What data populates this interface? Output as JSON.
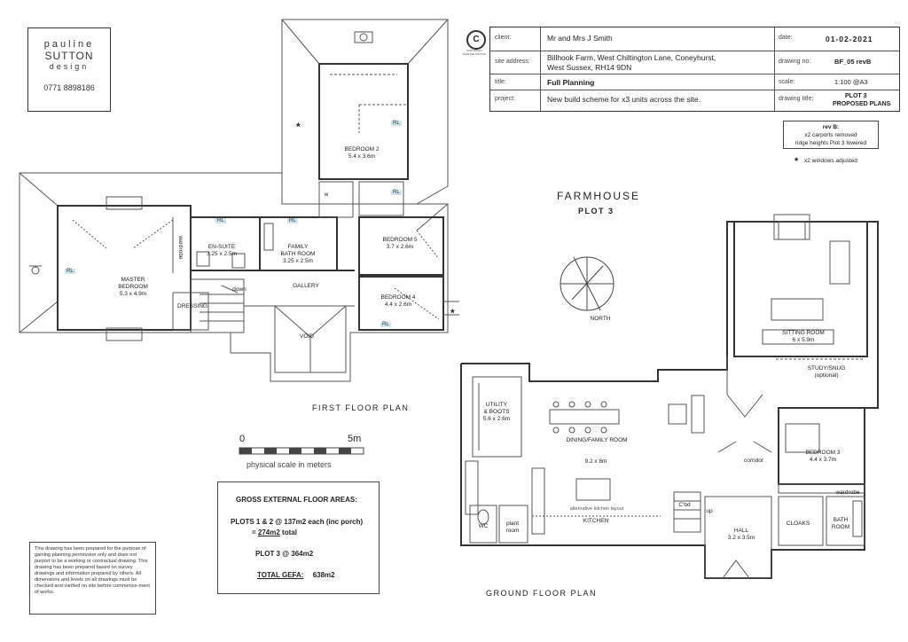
{
  "logo": {
    "line1": "pauline",
    "line2": "SUTTON",
    "line3": "design",
    "phone": "0771 8898186"
  },
  "copyright": {
    "symbol": "C",
    "caption": "COPYRIGHT\nPAULINE SUTTON"
  },
  "titleblock": {
    "client_label": "client:",
    "client_value": "Mr and Mrs J Smith",
    "date_label": "date:",
    "date_value": "01-02-2021",
    "site_label": "site address:",
    "site_value_1": "Billhook Farm, West Chiltington Lane, Coneyhurst,",
    "site_value_2": "West Sussex,  RH14 9DN",
    "drawingno_label": "drawing no:",
    "drawingno_value": "BF_05  revB",
    "title_label": "title:",
    "title_value": "Full Planning",
    "scale_label": "scale:",
    "scale_value": "1:100 @A3",
    "project_label": "project:",
    "project_value": "New build scheme for x3 units across the site.",
    "drawingtitle_label": "drawing title:",
    "drawingtitle_value_1": "PLOT 3",
    "drawingtitle_value_2": "PROPOSED PLANS"
  },
  "revision": {
    "line1": "rev B:",
    "line2": "x2 carports removed",
    "line3": "ridge heights Plot 3 lowered",
    "star": "*",
    "note": "x2 windows adjusted"
  },
  "heading": {
    "farmhouse": "FARMHOUSE",
    "plot": "PLOT 3"
  },
  "north_label": "NORTH",
  "plans": {
    "first_floor": "FIRST FLOOR PLAN",
    "ground_floor": "GROUND FLOOR PLAN"
  },
  "scalebar": {
    "zero": "0",
    "five": "5m",
    "caption": "physical scale in meters"
  },
  "areas": {
    "title": "GROSS EXTERNAL FLOOR AREAS:",
    "line1": "PLOTS 1 & 2  @ 137m2 each (inc porch)",
    "line2_prefix": "= ",
    "line2_value": "274m2",
    "line2_suffix": " total",
    "line3": "PLOT 3 @ 364m2",
    "total_label": "TOTAL GEFA:",
    "total_value": "638m2"
  },
  "disclaimer": "This drawing has been prepared for the purpose of gaining planning permission only and does not purport to be a working or contractual drawing. This drawing has been prepared based on survey drawings and information prepared by others. All dimensions and levels on all drawings must be checked and varified on site before commence-ment of works.",
  "first_floor_rooms": {
    "bedroom2": "BEDROOM 2",
    "bedroom2_size": "5.4 x 3.6m",
    "w": "w",
    "ensuite": "EN-SUITE",
    "ensuite_size": "3.25 x 2.5m",
    "family": "FAMILY",
    "family_2": "BATH ROOM",
    "family_size": "3.25 x 2.5m",
    "bedroom5": "BEDROOM 5",
    "bedroom5_size": "3.7 x 2.6m",
    "master": "MASTER",
    "master_2": "BEDROOM",
    "master_size": "5.3 x 4.9m",
    "wardrobe": "wardrobe",
    "down": "down",
    "gallery": "GALLERY",
    "bedroom4": "BEDROOM 4",
    "bedroom4_size": "4.4 x 2.6m",
    "dressing": "DRESSING",
    "void": "VOID",
    "rl": "RL",
    "star": "*"
  },
  "ground_floor_rooms": {
    "sitting": "SITTING ROOM",
    "sitting_size": "6 x 5.9m",
    "study": "STUDY/SNUG",
    "study_opt": "(optional)",
    "utility": "UTILITY",
    "utility_2": "& BOOTS",
    "utility_size": "5.6 x 2.6m",
    "dining": "DINING/FAMILY ROOM",
    "dining_size": "9.2 x 8m",
    "alt_kitchen": "alternative kitchen layout",
    "kitchen": "KITCHEN",
    "corridor": "corridor",
    "bedroom3": "BEDROOM 3",
    "bedroom3_size": "4.4 x 3.7m",
    "wardrobe": "wardrobe",
    "cbd": "C'bd",
    "up": "up",
    "hall": "HALL",
    "hall_size": "3.2 x 3.5m",
    "cloaks": "CLOAKS",
    "bath": "BATH",
    "bath_2": "ROOM",
    "wc": "WC",
    "plant": "plant",
    "plant_2": "room"
  }
}
